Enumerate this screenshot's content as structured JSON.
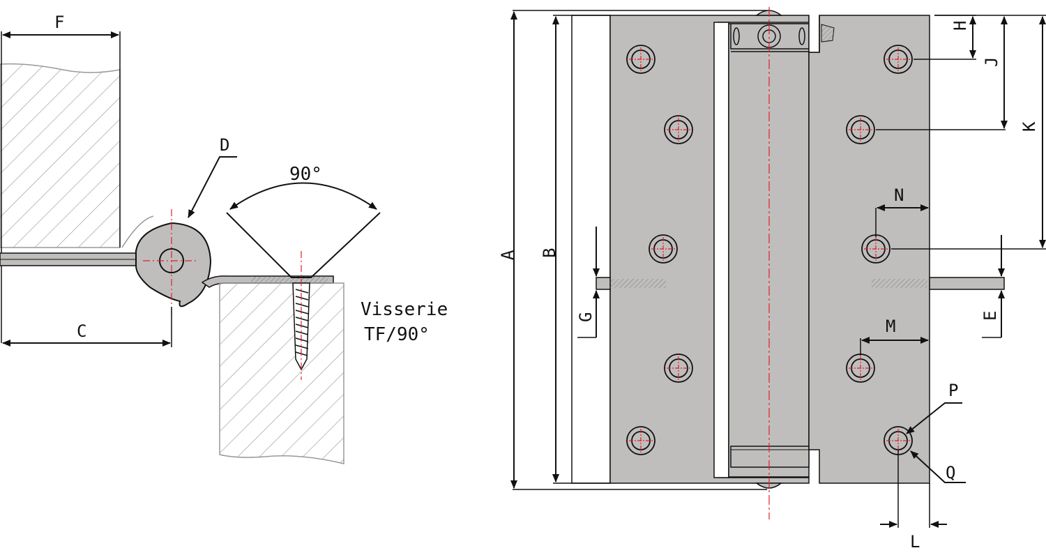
{
  "labels": {
    "A": "A",
    "B": "B",
    "C": "C",
    "D": "D",
    "E": "E",
    "F": "F",
    "G": "G",
    "H": "H",
    "J": "J",
    "K": "K",
    "L": "L",
    "M": "M",
    "N": "N",
    "P": "P",
    "Q": "Q"
  },
  "angle": "90°",
  "screw_note": {
    "line1": "Visserie",
    "line2": "TF/90°"
  },
  "colors": {
    "plate": "#c0bebd",
    "centerline": "#e0202a",
    "hatch": "#888888",
    "line": "#111111"
  }
}
